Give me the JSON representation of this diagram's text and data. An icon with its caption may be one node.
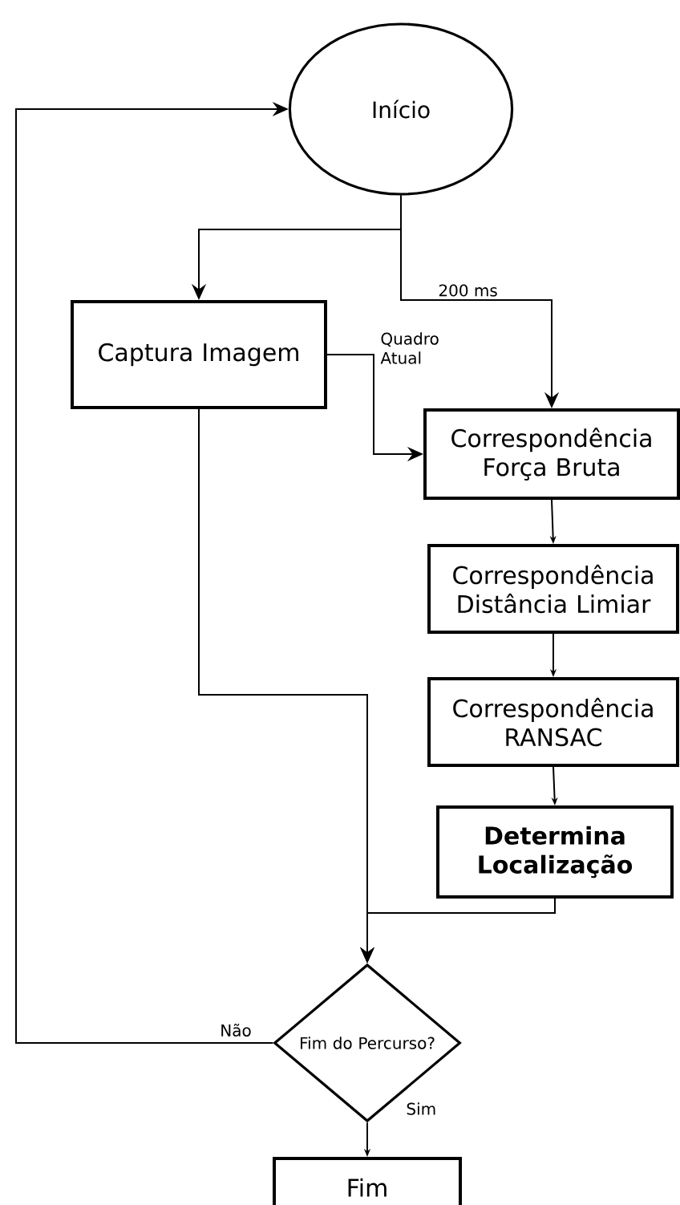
{
  "diagram": {
    "nodes": [
      {
        "text": [
          "Início"
        ]
      },
      {
        "text": [
          "Captura Imagem"
        ]
      },
      {
        "text": [
          "Correspondência Força Bruta"
        ]
      },
      {
        "text": [
          "Correspondência Distância Limiar"
        ]
      },
      {
        "text": [
          "Correspondência RANSAC"
        ]
      },
      {
        "text": [
          "Determina Localização"
        ]
      },
      {
        "text": [
          "Fim do Percurso?"
        ]
      },
      {
        "text": [
          "Fim"
        ]
      }
    ],
    "edges": [
      {
        "from": 0,
        "to": 1,
        "arrow": "to"
      },
      {
        "from": 0,
        "to": 2,
        "arrow": "to",
        "label": "200 ms"
      },
      {
        "from": 1,
        "to": 2,
        "arrow": "to",
        "label": "Quadro Atual"
      },
      {
        "from": 2,
        "to": 3,
        "arrow": "to"
      },
      {
        "from": 3,
        "to": 4,
        "arrow": "to"
      },
      {
        "from": 4,
        "to": 5,
        "arrow": "to"
      },
      {
        "from": 1,
        "to": 6,
        "arrow": "to"
      },
      {
        "from": 5,
        "to": 6,
        "arrow": "to"
      },
      {
        "from": 6,
        "to": 0,
        "arrow": "to",
        "label": "Não"
      },
      {
        "from": 6,
        "to": 7,
        "arrow": "to",
        "label": "Sim"
      }
    ]
  }
}
